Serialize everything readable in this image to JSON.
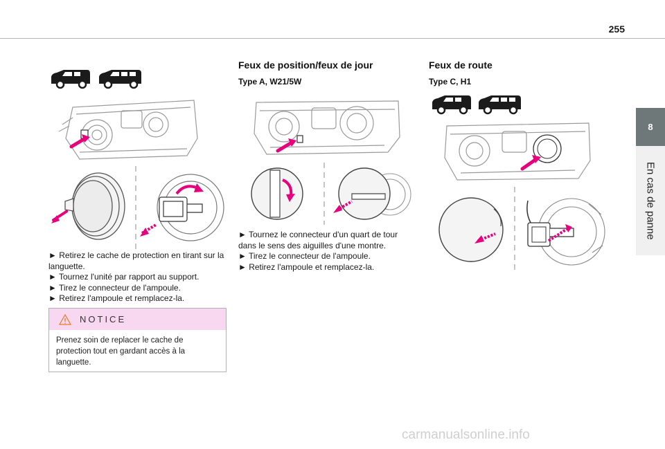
{
  "page": {
    "number": "255",
    "chapter_tab": "8",
    "chapter_title": "En cas de panne"
  },
  "left_column": {
    "steps": [
      "►  Retirez le cache de protection en tirant sur la",
      "languette.",
      "►   Tournez l'unité par rapport au support.",
      "►  Tirez le connecteur de l'ampoule.",
      "►  Retirez l'ampoule et remplacez-la."
    ],
    "notice": {
      "title": "NOTICE",
      "lines": [
        "Prenez soin de replacer le cache de",
        "protection tout en gardant accès à la",
        "languette."
      ]
    }
  },
  "middle_column": {
    "heading": "Feux de position/feux de jour",
    "subheading": "Type A, W21/5W",
    "steps": [
      "►  Tournez le connecteur d'un quart de tour",
      "dans le sens des aiguilles d'une montre.",
      "►  Tirez le connecteur de l'ampoule.",
      "►  Retirez l'ampoule et remplacez-la."
    ]
  },
  "right_column": {
    "heading": "Feux de route",
    "subheading": "Type C, H1"
  },
  "icons": {
    "van_short": "van-short-icon",
    "van_long": "van-long-icon",
    "warning": "warning-triangle-icon",
    "arrow": "pink-arrow-icon"
  },
  "colors": {
    "accent": "#e6007e",
    "notice_bg": "#f7d8f0",
    "chapter_tab": "#6e7879"
  },
  "watermark": "carmanualsonline.info"
}
